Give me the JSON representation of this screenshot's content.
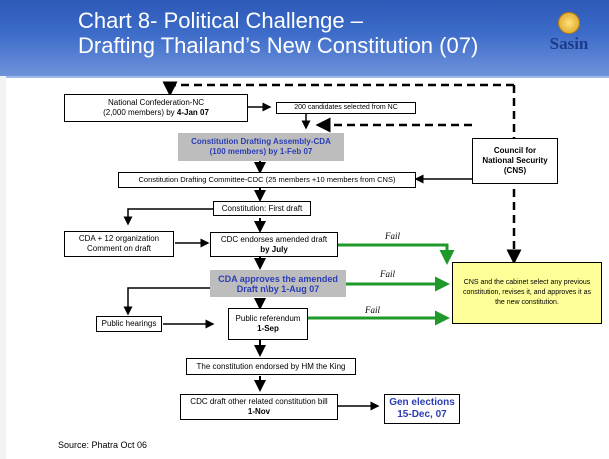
{
  "title": {
    "line1": "Chart 8- Political Challenge –",
    "line2": "Drafting Thailand’s New Constitution (07)"
  },
  "logo": {
    "text": "Sasin"
  },
  "nodes": {
    "nc": {
      "line1": "National Confederation-NC",
      "line2a": "(2,000 members) by ",
      "line2b": "4-Jan 07"
    },
    "candidates": "200 candidates selected from NC",
    "cda": {
      "line1": "Constitution Drafting Assembly-CDA",
      "line2": "(100 members) by 1-Feb 07"
    },
    "council": {
      "line1": "Council for",
      "line2": "National Security",
      "line3": "(CNS)"
    },
    "cdc": "Constitution Drafting Committee-CDC (25 members +10 members from CNS)",
    "first_draft": "Constitution: First draft",
    "cda_comment": {
      "line1": "CDA + 12 organization",
      "line2": "Comment on draft"
    },
    "cdc_endorses": {
      "line1": "CDC endorses amended draft",
      "line2": "by July"
    },
    "cda_approves": {
      "line1": "CDA approves the amended",
      "line2": "Draft n\\by 1-Aug 07"
    },
    "cns_cabinet": "CNS and the cabinet select any previous constitution, revises it, and approves it as the new constitution.",
    "public_hearings": "Public hearings",
    "referendum": {
      "line1": "Public referendum",
      "line2": "1-Sep"
    },
    "endorsed": "The constitution endorsed by HM the King",
    "cdc_bill": {
      "line1": "CDC draft other related constitution bill",
      "line2": "1-Nov"
    },
    "gen_elections": {
      "line1": "Gen elections",
      "line2": "15-Dec, 07"
    }
  },
  "fail_labels": [
    "Fail",
    "Fail",
    "Fail"
  ],
  "source": "Source: Phatra Oct 06",
  "colors": {
    "header": "#2d59b7",
    "accent_blue": "#2b3db5",
    "arrow_green": "#1f9a2a",
    "note_yellow": "#ffff99"
  }
}
